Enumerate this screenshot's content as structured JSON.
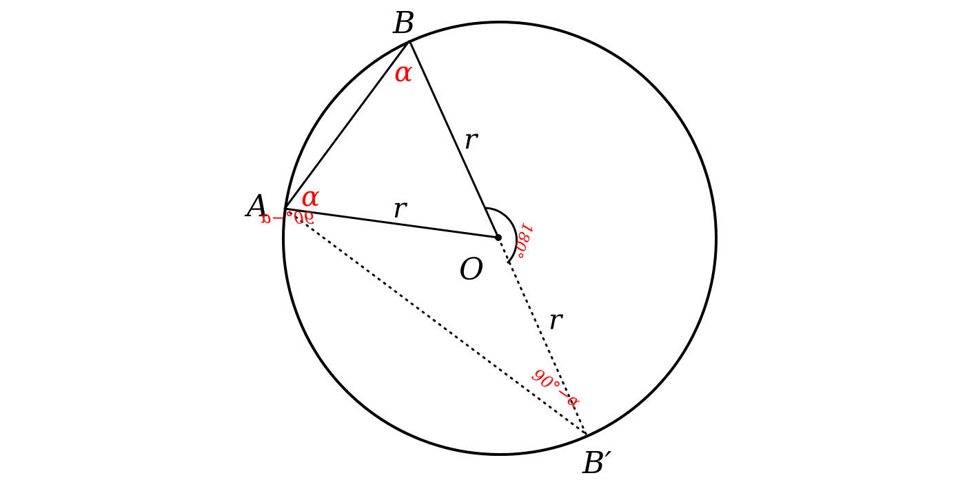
{
  "points": {
    "A": "A",
    "B": "B",
    "O": "O",
    "B_prime": "B′"
  },
  "labels": {
    "radius_OB": "r",
    "radius_OA": "r",
    "radius_OB_prime": "r",
    "angle_at_A": "α",
    "angle_at_B": "α",
    "angle_at_A_dotted": "90°−α",
    "angle_at_B_prime": "90°−α",
    "angle_at_O": "180°"
  },
  "colors": {
    "stroke": "#000000",
    "accent": "#ff0000",
    "background": "#ffffff"
  }
}
